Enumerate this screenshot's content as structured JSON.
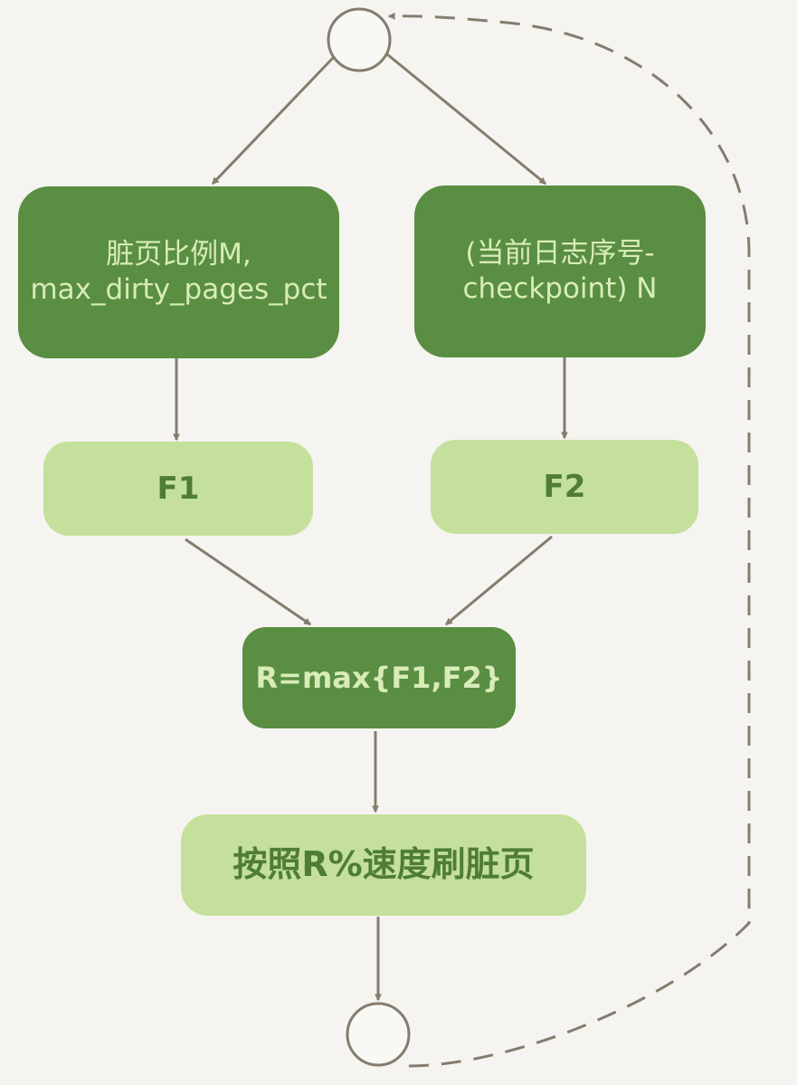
{
  "diagram": {
    "nodes": {
      "dirty_ratio": {
        "lines": [
          "脏页比例M,",
          "max_dirty_pages_pct"
        ]
      },
      "lsn_gap": {
        "lines": [
          "(当前日志序号-",
          "checkpoint) N"
        ]
      },
      "f1": {
        "label": "F1"
      },
      "f2": {
        "label": "F2"
      },
      "r": {
        "label": "R=max{F1,F2}"
      },
      "flush": {
        "label": "按照R%速度刷脏页"
      }
    },
    "colors": {
      "background": "#f5f4f0",
      "dark_node": "#5a8e42",
      "dark_text": "#d8ecb8",
      "light_node": "#c4e09c",
      "light_text": "#4f7d38",
      "arrow": "#857c6e"
    }
  }
}
